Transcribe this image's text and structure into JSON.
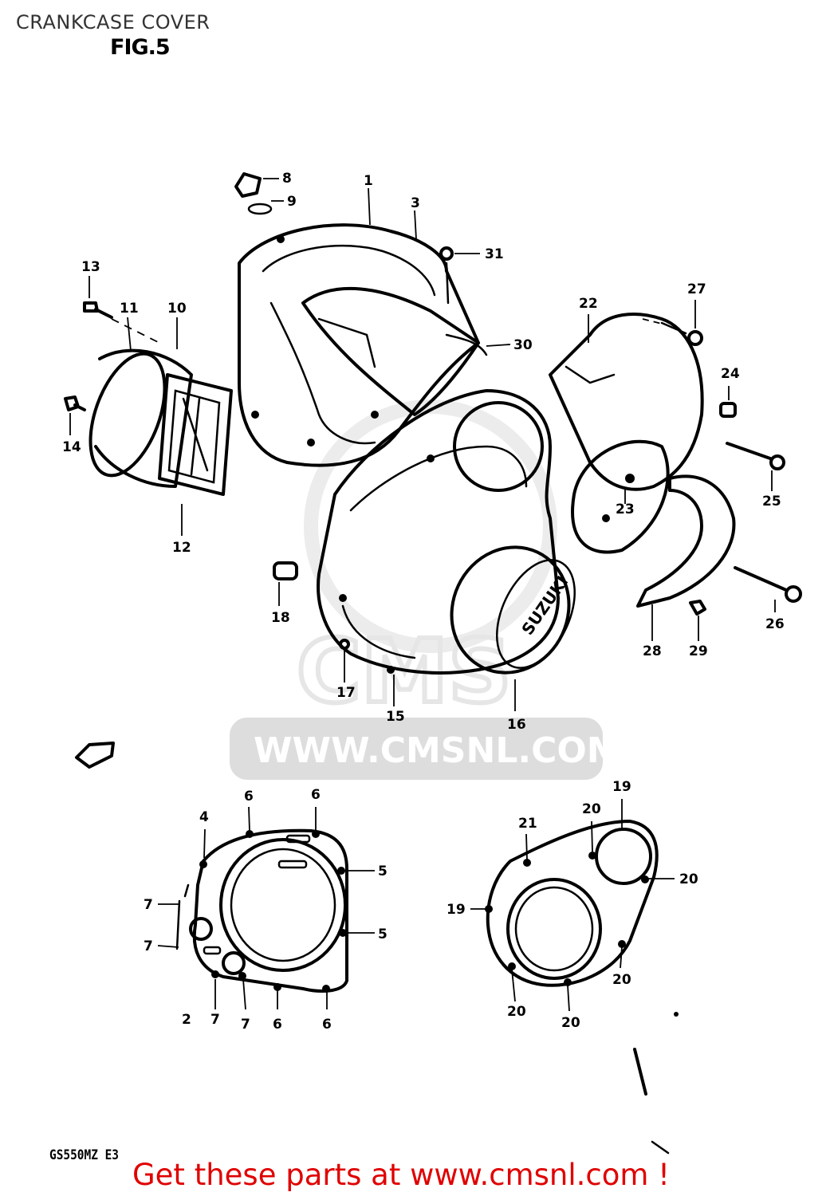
{
  "page": {
    "title": "CRANKCASE COVER",
    "figure": "FIG.5",
    "model_code": "GS550MZ  E3",
    "promo": "Get these parts at www.cmsnl.com !"
  },
  "watermark": {
    "url_text": "WWW.CMSNL.COM",
    "logo_text": "CMS"
  },
  "callouts": {
    "c1": "1",
    "c2": "2",
    "c3": "3",
    "c4": "4",
    "c5a": "5",
    "c5b": "5",
    "c6a": "6",
    "c6b": "6",
    "c6c": "6",
    "c6d": "6",
    "c7a": "7",
    "c7b": "7",
    "c7c": "7",
    "c7d": "7",
    "c8": "8",
    "c9": "9",
    "c10": "10",
    "c11": "11",
    "c12": "12",
    "c13": "13",
    "c14": "14",
    "c15": "15",
    "c16": "16",
    "c17": "17",
    "c18": "18",
    "c19a": "19",
    "c19b": "19",
    "c20a": "20",
    "c20b": "20",
    "c20c": "20",
    "c20d": "20",
    "c20e": "20",
    "c21": "21",
    "c22": "22",
    "c23": "23",
    "c24": "24",
    "c25": "25",
    "c26": "26",
    "c27": "27",
    "c28": "28",
    "c29": "29",
    "c30": "30",
    "c31": "31"
  },
  "colors": {
    "promo": "#e00000",
    "watermark": "#e6e6e6",
    "ink": "#000000"
  }
}
